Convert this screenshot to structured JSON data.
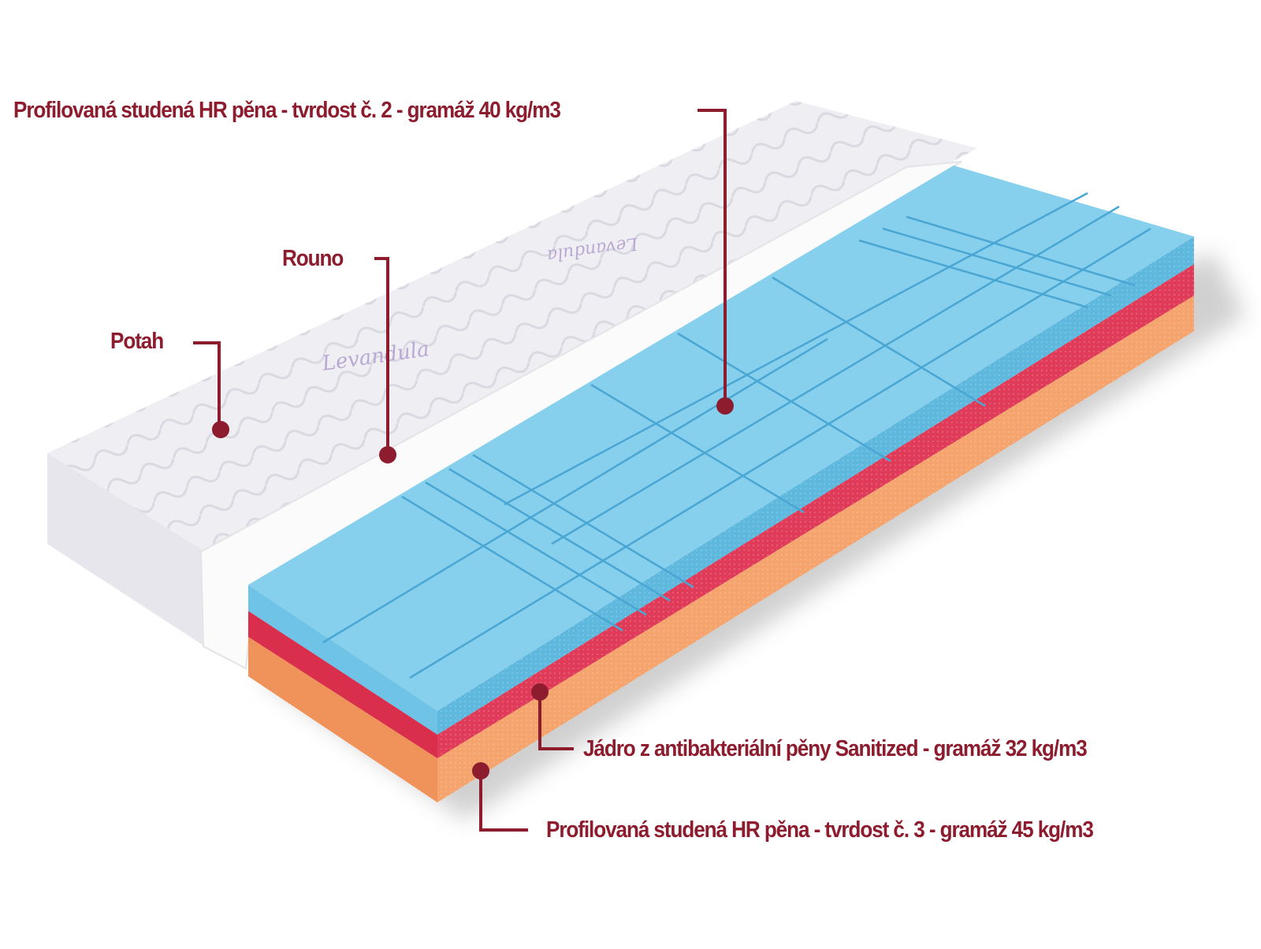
{
  "labels": {
    "top_foam": "Profilovaná studená HR pěna - tvrdost č. 2 - gramáž 40 kg/m3",
    "rouno": "Rouno",
    "potah": "Potah",
    "core": "Jádro z antibakteriální pěny Sanitized - gramáž 32 kg/m3",
    "bottom_foam": "Profilovaná studená HR pěna - tvrdost č. 3 - gramáž 45 kg/m3"
  },
  "cover_text": "Levandula",
  "colors": {
    "label": "#8c1c2e",
    "blue_foam": "#7ccbea",
    "red_core": "#d8324f",
    "orange_foam": "#f29a62",
    "cover": "#f1f1f4",
    "rouno": "#fafafa"
  }
}
